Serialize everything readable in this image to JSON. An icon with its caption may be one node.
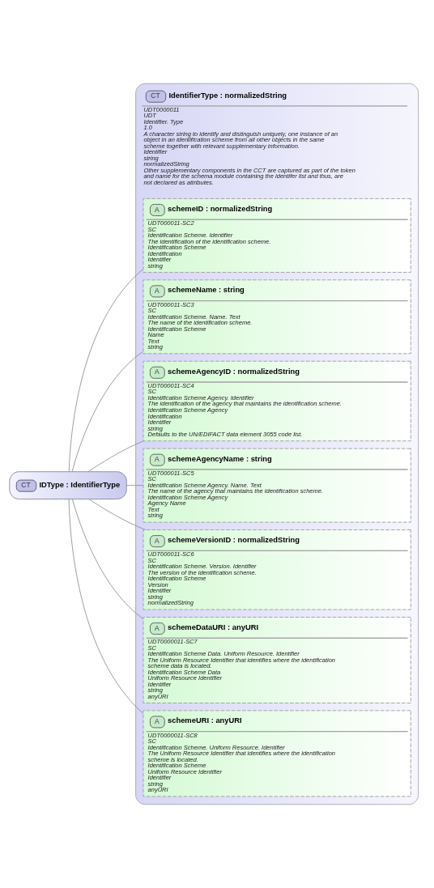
{
  "diagram": {
    "nodes": [
      {
        "text": [
          "CT",
          "IDType : IdentifierType"
        ]
      },
      {
        "text": [
          "CT",
          "IdentifierType : normalizedString",
          "UDT0000011",
          "UDT",
          "Identifier. Type",
          "1.0",
          "A character string to identify and distinguish uniquely, one instance of an object in an identification scheme from all other objects in the same scheme together with relevant supplementary information.",
          "Identifier",
          "string",
          "normalizedString",
          "Other supplementary components in the CCT are captured as part of the token and name for the schema module containing the identifer list and thus, are not declared as attributes."
        ]
      },
      {
        "text": [
          "A",
          "schemeID : normalizedString",
          "UDT000011-SC2",
          "SC",
          "Identification Scheme. Identifier",
          "The identification of the identification scheme.",
          "Identification Scheme",
          "Identification",
          "Identifier",
          "string"
        ],
        "in": 1
      },
      {
        "text": [
          "A",
          "schemeName : string",
          "UDT000011-SC3",
          "SC",
          "Identification Scheme. Name. Text",
          "The name of the identification scheme.",
          "Identification Scheme",
          "Name",
          "Text",
          "string"
        ],
        "in": 1
      },
      {
        "text": [
          "A",
          "schemeAgencyID : normalizedString",
          "UDT000011-SC4",
          "SC",
          "Identification Scheme Agency. Identifier",
          "The identification of the agency that maintains the identification scheme.",
          "Identification Scheme Agency",
          "Identification",
          "Identifier",
          "string",
          "Defaults to the UN/EDIFACT data element 3055 code list."
        ],
        "in": 1
      },
      {
        "text": [
          "A",
          "schemeAgencyName : string",
          "UDT000011-SC5",
          "SC",
          "Identification Scheme Agency. Name. Text",
          "The name of the agency that maintains the identification scheme.",
          "Identification Scheme Agency",
          "Agency Name",
          "Text",
          "string"
        ],
        "in": 1
      },
      {
        "text": [
          "A",
          "schemeVersionID : normalizedString",
          "UDT000011-SC6",
          "SC",
          "Identification Scheme. Version. Identifier",
          "The version of the identification scheme.",
          "Identification Scheme",
          "Version",
          "Identifier",
          "string",
          "normalizedString"
        ],
        "in": 1
      },
      {
        "text": [
          "A",
          "schemeDataURI : anyURI",
          "UDT0000011-SC7",
          "SC",
          "Identification Scheme Data. Uniform Resource. Identifier",
          "The Uniform Resource Identifier that identifies where the identification scheme data is located.",
          "Identification Scheme Data",
          "Uniform Resource Identifier",
          "Identifier",
          "string",
          "anyURI"
        ],
        "in": 1
      },
      {
        "text": [
          "A",
          "schemeURI : anyURI",
          "UDT0000011-SC8",
          "SC",
          "Identification Scheme. Uniform Resource. Identifier",
          "The Uniform Resource Identifier that identifies where the identification scheme is located.",
          "Identification Scheme",
          "Uniform Resource Identifier",
          "Identifier",
          "string",
          "anyURI"
        ],
        "in": 1
      }
    ],
    "edges": [
      {
        "from": 0,
        "to": 2,
        "arrow": "none"
      },
      {
        "from": 0,
        "to": 3,
        "arrow": "none"
      },
      {
        "from": 0,
        "to": 4,
        "arrow": "none"
      },
      {
        "from": 0,
        "to": 5,
        "arrow": "none"
      },
      {
        "from": 0,
        "to": 6,
        "arrow": "none"
      },
      {
        "from": 0,
        "to": 7,
        "arrow": "none"
      },
      {
        "from": 0,
        "to": 8,
        "arrow": "none"
      }
    ]
  }
}
